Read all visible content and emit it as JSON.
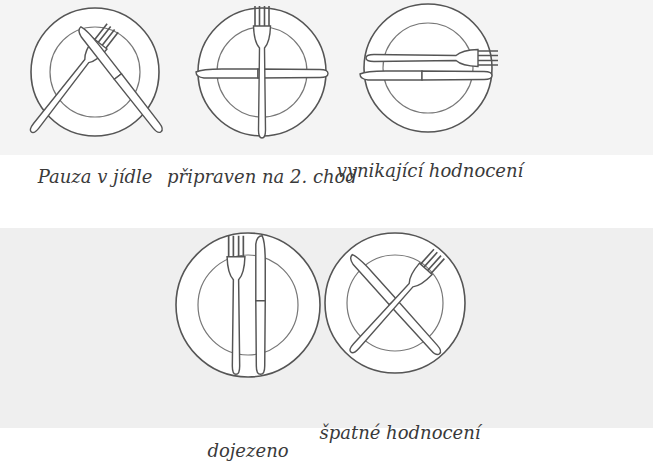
{
  "diagram": {
    "labels": [
      "Pauza v jídle",
      "připraven na 2. chod",
      "vynikající hodnocení",
      "dojezeno",
      "špatné hodnocení"
    ]
  }
}
